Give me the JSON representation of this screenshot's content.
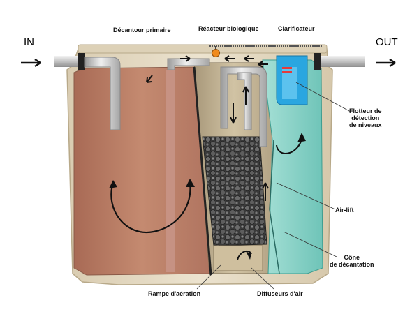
{
  "labels": {
    "in": "IN",
    "out": "OUT",
    "primary_settler": "Décantour primaire",
    "bio_reactor": "Réacteur biologique",
    "clarifier": "Clarificateur",
    "float_line1": "Flotteur de",
    "float_line2": "détection",
    "float_line3": "de niveaux",
    "airlift": "Air-lift",
    "cone_line1": "Cône",
    "cone_line2": "de décantation",
    "aeration_ramp": "Rampe d'aération",
    "air_diffusers": "Diffuseurs d'air"
  },
  "colors": {
    "tank_shell": "#e2d7c0",
    "primary_chamber": "#b87a62",
    "reactor": "#b9a98a",
    "clarifier": "#8fd3c8",
    "pipe": "#c9c9c9",
    "float_blue": "#2aa6e0",
    "valve": "#f08a1c"
  }
}
